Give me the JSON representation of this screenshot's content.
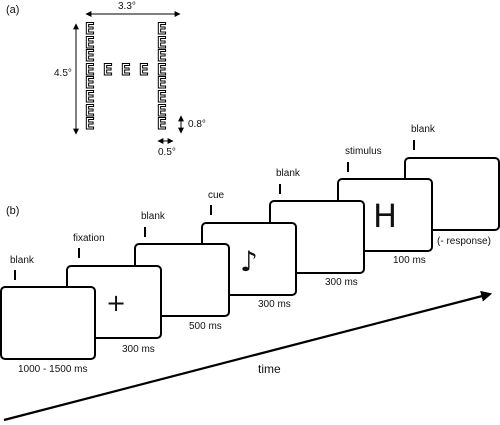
{
  "panel_a": {
    "label": "(a)",
    "letter": "E",
    "width_dim": "3.3°",
    "height_dim": "4.5°",
    "element_height_dim": "0.8°",
    "element_width_dim": "0.5°"
  },
  "panel_b": {
    "label": "(b)",
    "time_label": "time",
    "events": [
      {
        "label": "blank",
        "duration": "1000 - 1500 ms",
        "content": ""
      },
      {
        "label": "fixation",
        "duration": "300 ms",
        "content": "+"
      },
      {
        "label": "blank",
        "duration": "500 ms",
        "content": ""
      },
      {
        "label": "cue",
        "duration": "300 ms",
        "content": "♪"
      },
      {
        "label": "blank",
        "duration": "300 ms",
        "content": ""
      },
      {
        "label": "stimulus",
        "duration": "100 ms",
        "content": "H"
      },
      {
        "label": "blank",
        "duration": "(- response)",
        "content": ""
      }
    ]
  }
}
